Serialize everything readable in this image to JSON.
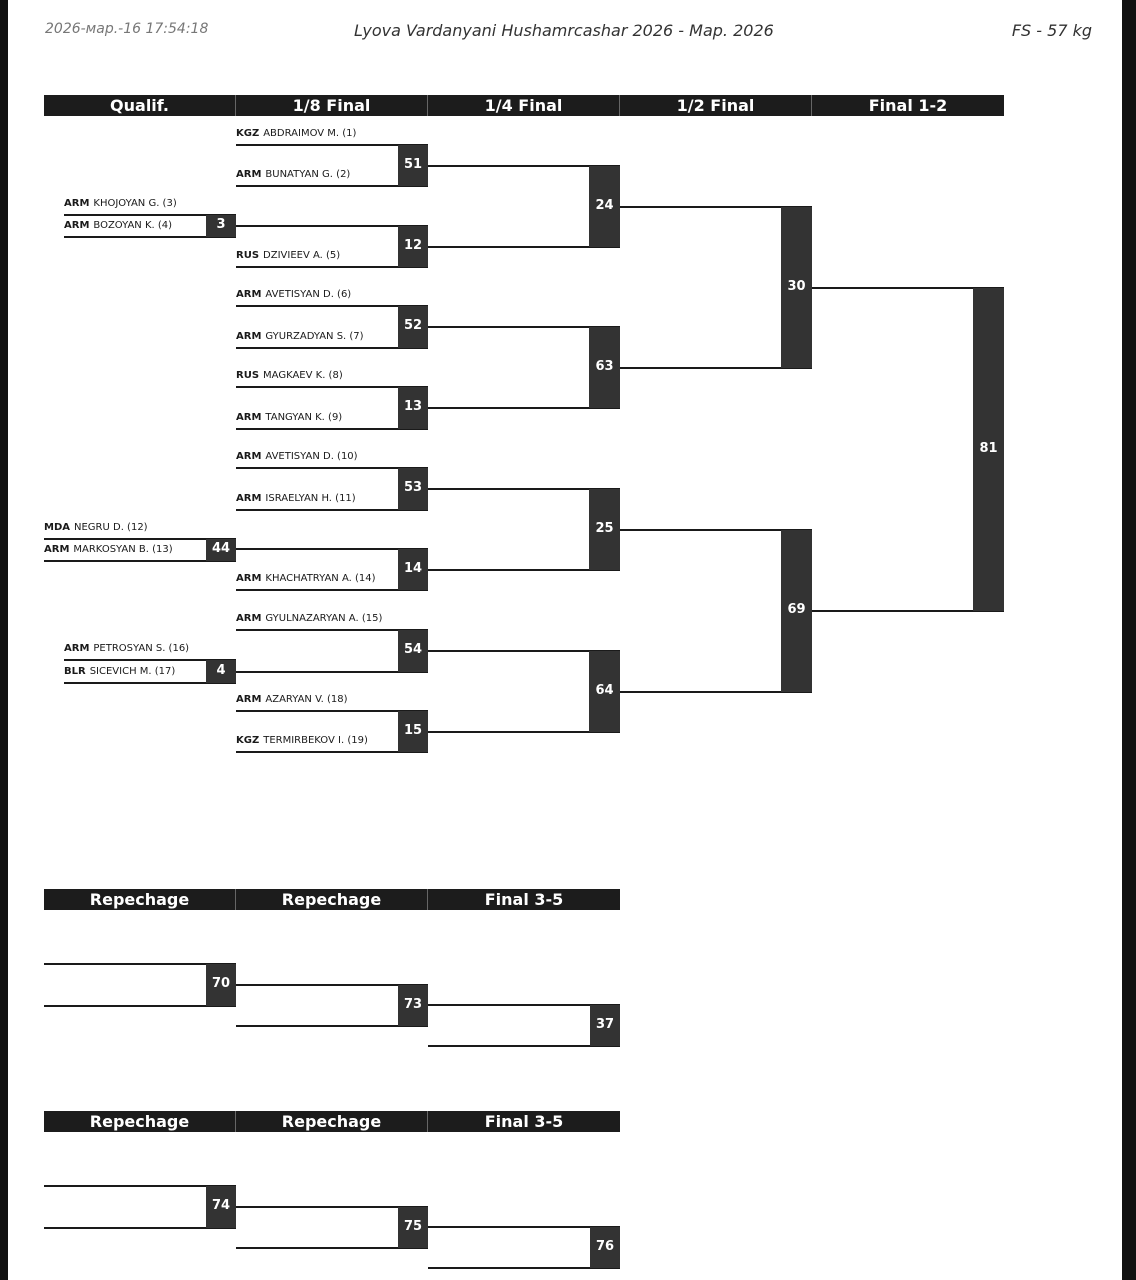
{
  "header": {
    "timestamp": "2026-мар.-16 17:54:18",
    "title": "Lyova Vardanyani Hushamrcashar 2026 - Мар. 2026",
    "category": "FS - 57 kg"
  },
  "rounds": [
    "Qualif.",
    "1/8 Final",
    "1/4 Final",
    "1/2 Final",
    "Final 1-2"
  ],
  "repechage_headers": [
    "Repechage",
    "Repechage",
    "Final 3-5"
  ],
  "athletes": [
    {
      "country": "KGZ",
      "name": "ABDRAIMOV M. (1)"
    },
    {
      "country": "ARM",
      "name": "BUNATYAN G. (2)"
    },
    {
      "country": "ARM",
      "name": "KHOJOYAN G. (3)"
    },
    {
      "country": "ARM",
      "name": "BOZOYAN K. (4)"
    },
    {
      "country": "RUS",
      "name": "DZIVIEEV A. (5)"
    },
    {
      "country": "ARM",
      "name": "AVETISYAN D. (6)"
    },
    {
      "country": "ARM",
      "name": "GYURZADYAN S. (7)"
    },
    {
      "country": "RUS",
      "name": "MAGKAEV K. (8)"
    },
    {
      "country": "ARM",
      "name": "TANGYAN K. (9)"
    },
    {
      "country": "ARM",
      "name": "AVETISYAN D. (10)"
    },
    {
      "country": "ARM",
      "name": "ISRAELYAN H. (11)"
    },
    {
      "country": "MDA",
      "name": "NEGRU D. (12)"
    },
    {
      "country": "ARM",
      "name": "MARKOSYAN B. (13)"
    },
    {
      "country": "ARM",
      "name": "KHACHATRYAN A. (14)"
    },
    {
      "country": "ARM",
      "name": "GYULNAZARYAN A. (15)"
    },
    {
      "country": "ARM",
      "name": "PETROSYAN S. (16)"
    },
    {
      "country": "BLR",
      "name": "SICEVICH M. (17)"
    },
    {
      "country": "ARM",
      "name": "AZARYAN V. (18)"
    },
    {
      "country": "KGZ",
      "name": "TERMIRBEKOV I. (19)"
    }
  ],
  "bouts": {
    "qualif": [
      "3",
      "44",
      "4"
    ],
    "eighth": [
      "51",
      "12",
      "52",
      "13",
      "53",
      "14",
      "54",
      "15"
    ],
    "quarter": [
      "24",
      "63",
      "25",
      "64"
    ],
    "semi": [
      "30",
      "69"
    ],
    "final": "81",
    "repechage_a": [
      "70",
      "73",
      "37"
    ],
    "repechage_b": [
      "74",
      "75",
      "76"
    ]
  }
}
